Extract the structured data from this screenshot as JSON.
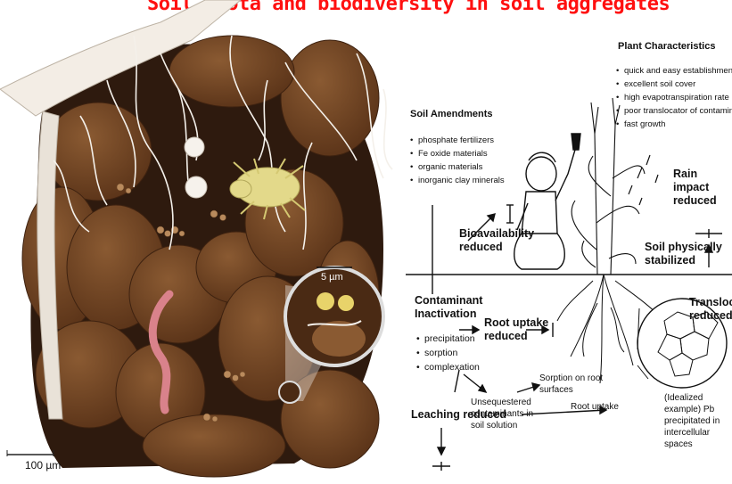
{
  "title": "Soil biota and biodiversity in soil aggregates",
  "left_figure": {
    "scale_bar_large": "100 µm",
    "scale_bar_small": "5 µm"
  },
  "right_figure": {
    "plant_characteristics": {
      "heading": "Plant Characteristics",
      "items": [
        "quick and easy establishment",
        "excellent soil cover",
        "high evapotranspiration rate",
        "poor translocator of contaminants",
        "fast growth"
      ]
    },
    "soil_amendments": {
      "heading": "Soil Amendments",
      "items": [
        "phosphate fertilizers",
        "Fe oxide materials",
        "organic materials",
        "inorganic clay minerals"
      ]
    },
    "rain_impact": "Rain impact reduced",
    "bioavailability": "Bioavailability reduced",
    "soil_stabilized": "Soil physically stabilized",
    "translocation": "Translocation reduced",
    "contaminant": {
      "heading": "Contaminant Inactivation",
      "items": [
        "precipitation",
        "sorption",
        "complexation"
      ]
    },
    "root_uptake_reduced": "Root uptake reduced",
    "sorption_on_roots": "Sorption on root surfaces",
    "unsequestered": "Unsequestered contaminants in soil solution",
    "root_uptake": "Root uptake",
    "leaching": "Leaching reduced",
    "idealized": "(Idealized example) Pb precipitated in intercellular spaces"
  }
}
